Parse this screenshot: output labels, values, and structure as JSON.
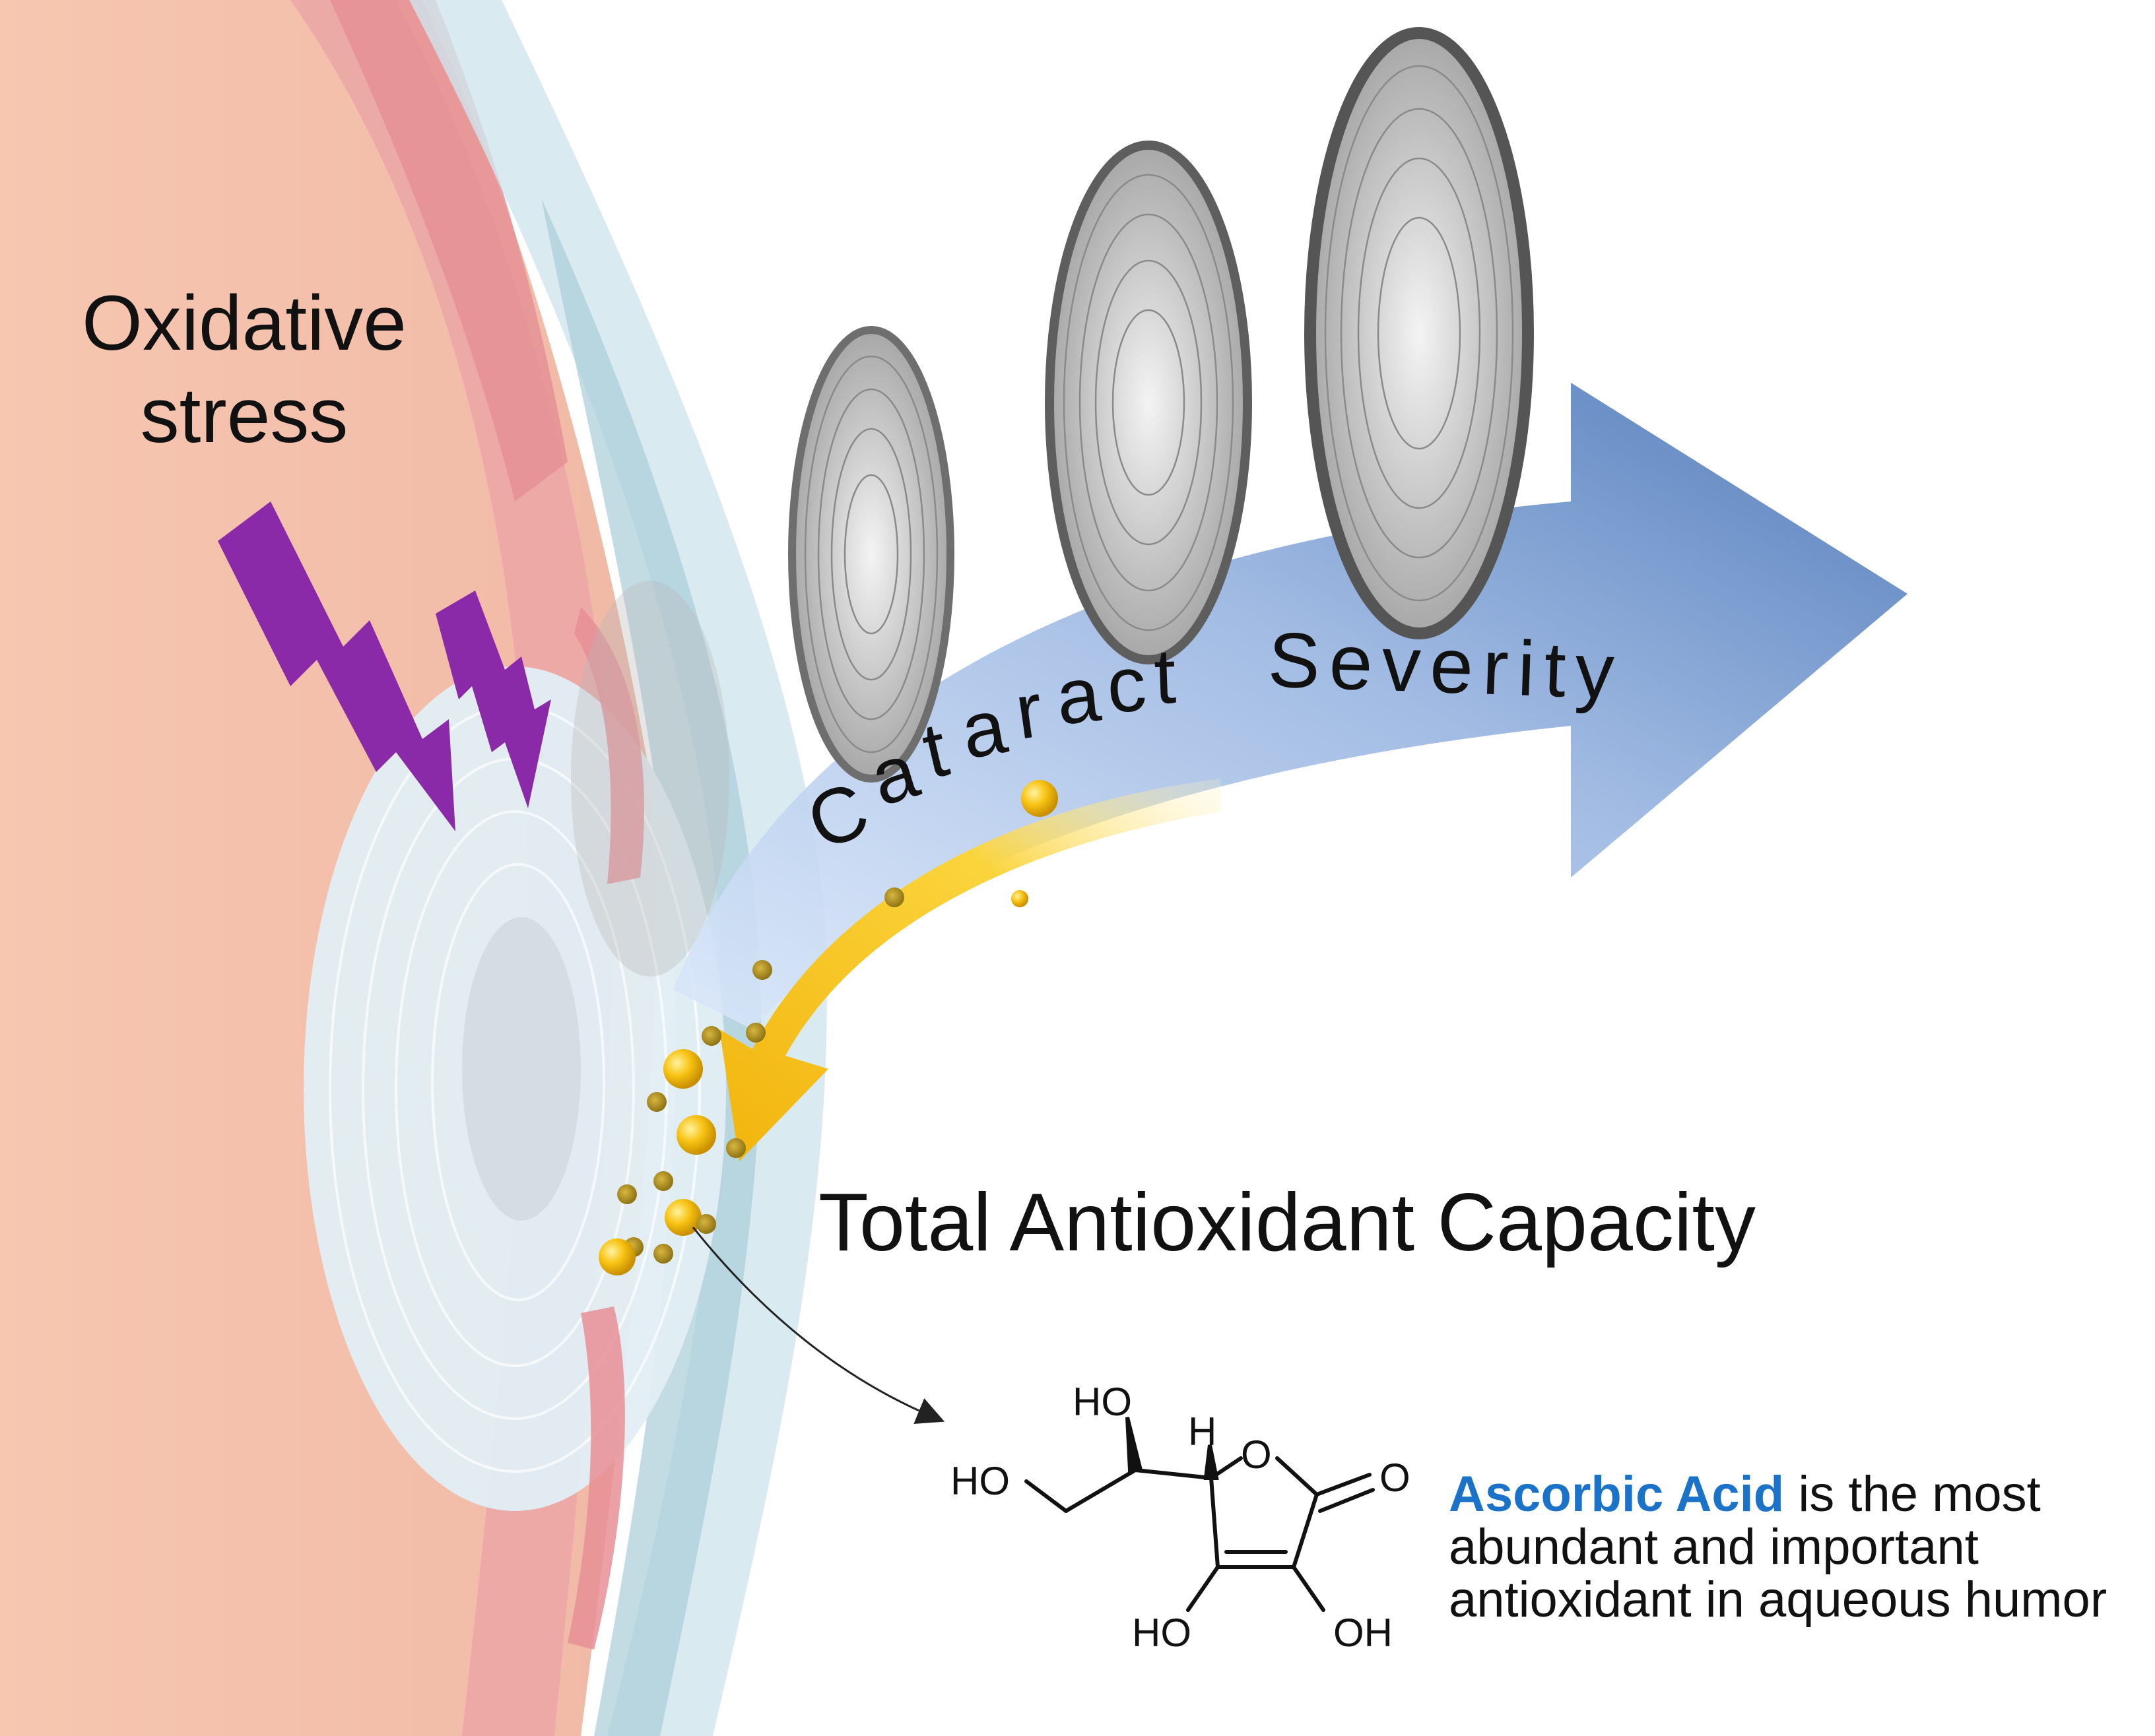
{
  "labels": {
    "oxidative_line1": "Oxidative",
    "oxidative_line2": "stress",
    "severity_arc_letters": [
      "C",
      "a",
      "t",
      "a",
      "r",
      "a",
      "c",
      "t"
    ],
    "severity_word": "Severity",
    "antioxidant_capacity": "Total Antioxidant Capacity"
  },
  "molecule": {
    "name": "Ascorbic Acid",
    "atoms": {
      "ho_top": "HO",
      "ho_left": "HO",
      "h": "H",
      "o_ring": "O",
      "o_carbonyl": "O",
      "ho_bottom": "HO",
      "oh_bottom": "OH"
    }
  },
  "description": {
    "highlight": "Ascorbic Acid",
    "rest_line1": " is the most",
    "line2": "abundant and important",
    "line3": "antioxidant in aqueous humor"
  },
  "colors": {
    "lightning": "#8a2aa8",
    "arrow_blue": "#4f7bbd",
    "arrow_yellow": "#f6c21a",
    "highlight_blue": "#1a73c8",
    "tissue_peach": "#f6c7b3",
    "tissue_pink": "#eba7a8"
  }
}
